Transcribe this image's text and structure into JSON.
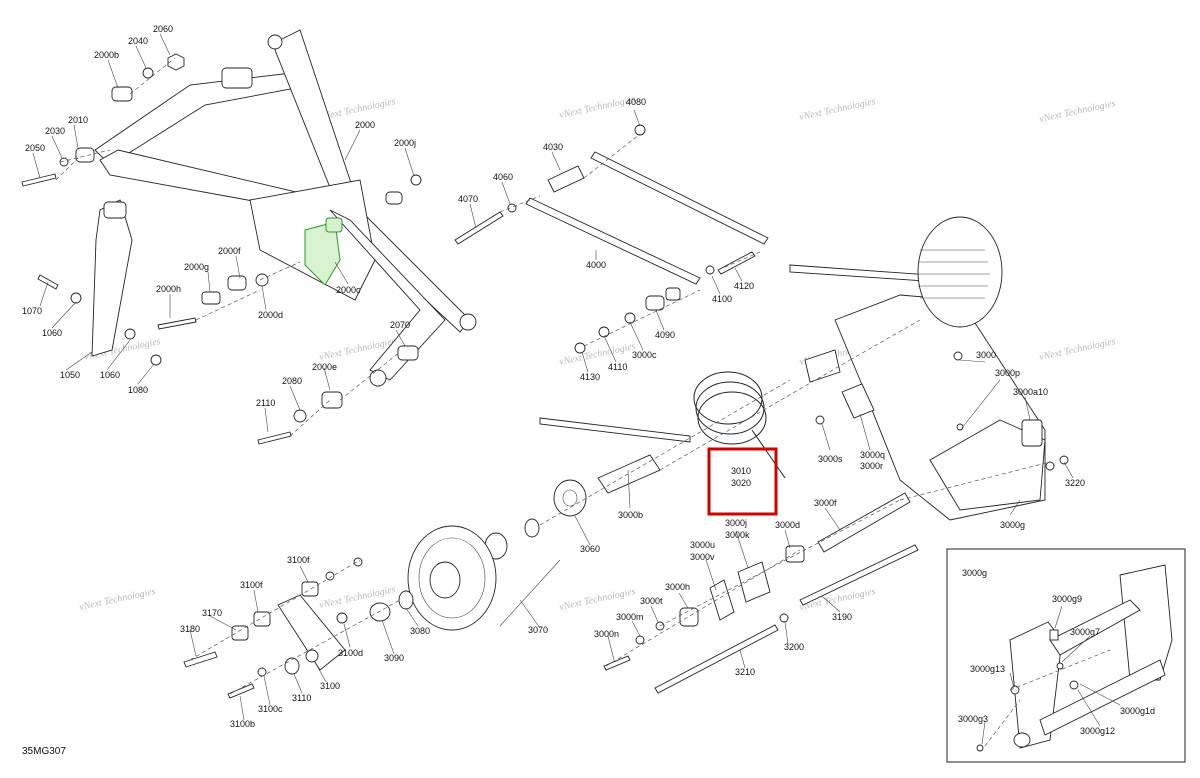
{
  "diagram_code": "35MG307",
  "watermark": "vNext Technologies",
  "highlight": {
    "lines": [
      "3010",
      "3020"
    ],
    "color": "#d00000"
  },
  "inset": {
    "title": "3000g"
  },
  "labels": {
    "l2060": "2060",
    "l2040": "2040",
    "l2000b": "2000b",
    "l2000": "2000",
    "l2010": "2010",
    "l2030": "2030",
    "l2050": "2050",
    "l2000j": "2000j",
    "l2000f": "2000f",
    "l2000g": "2000g",
    "l2000h": "2000h",
    "l2000d": "2000d",
    "l2000c": "2000c",
    "l1070": "1070",
    "l1060a": "1060",
    "l1050": "1050",
    "l1060b": "1060",
    "l1080": "1080",
    "l2070": "2070",
    "l2000e": "2000e",
    "l2080": "2080",
    "l2110": "2110",
    "l4080": "4080",
    "l4030": "4030",
    "l4060": "4060",
    "l4070": "4070",
    "l4000": "4000",
    "l4100": "4100",
    "l4120": "4120",
    "l4090": "4090",
    "l3000c": "3000c",
    "l4130": "4130",
    "l4110": "4110",
    "l3000": "3000",
    "l3000p": "3000p",
    "l3000a10": "3000a10",
    "l3000s": "3000s",
    "l3000q": "3000q",
    "l3000r": "3000r",
    "l3220": "3220",
    "l3000g": "3000g",
    "l3000f": "3000f",
    "l3000b": "3000b",
    "l3060": "3060",
    "l3000j": "3000j",
    "l3000k": "3000k",
    "l3000d": "3000d",
    "l3000u": "3000u",
    "l3000v": "3000v",
    "l3000h": "3000h",
    "l3000t": "3000t",
    "l3000m": "3000m",
    "l3000n": "3000n",
    "l3190": "3190",
    "l3200": "3200",
    "l3210": "3210",
    "l3070": "3070",
    "l3080": "3080",
    "l3090": "3090",
    "l3100d": "3100d",
    "l3100": "3100",
    "l3110": "3110",
    "l3100c": "3100c",
    "l3100b": "3100b",
    "l3100f": "3100f",
    "l3170": "3170",
    "l3180": "3180",
    "g9": "3000g9",
    "g7": "3000g7",
    "g13": "3000g13",
    "g1d": "3000g1d",
    "g3": "3000g3",
    "g12": "3000g12"
  }
}
